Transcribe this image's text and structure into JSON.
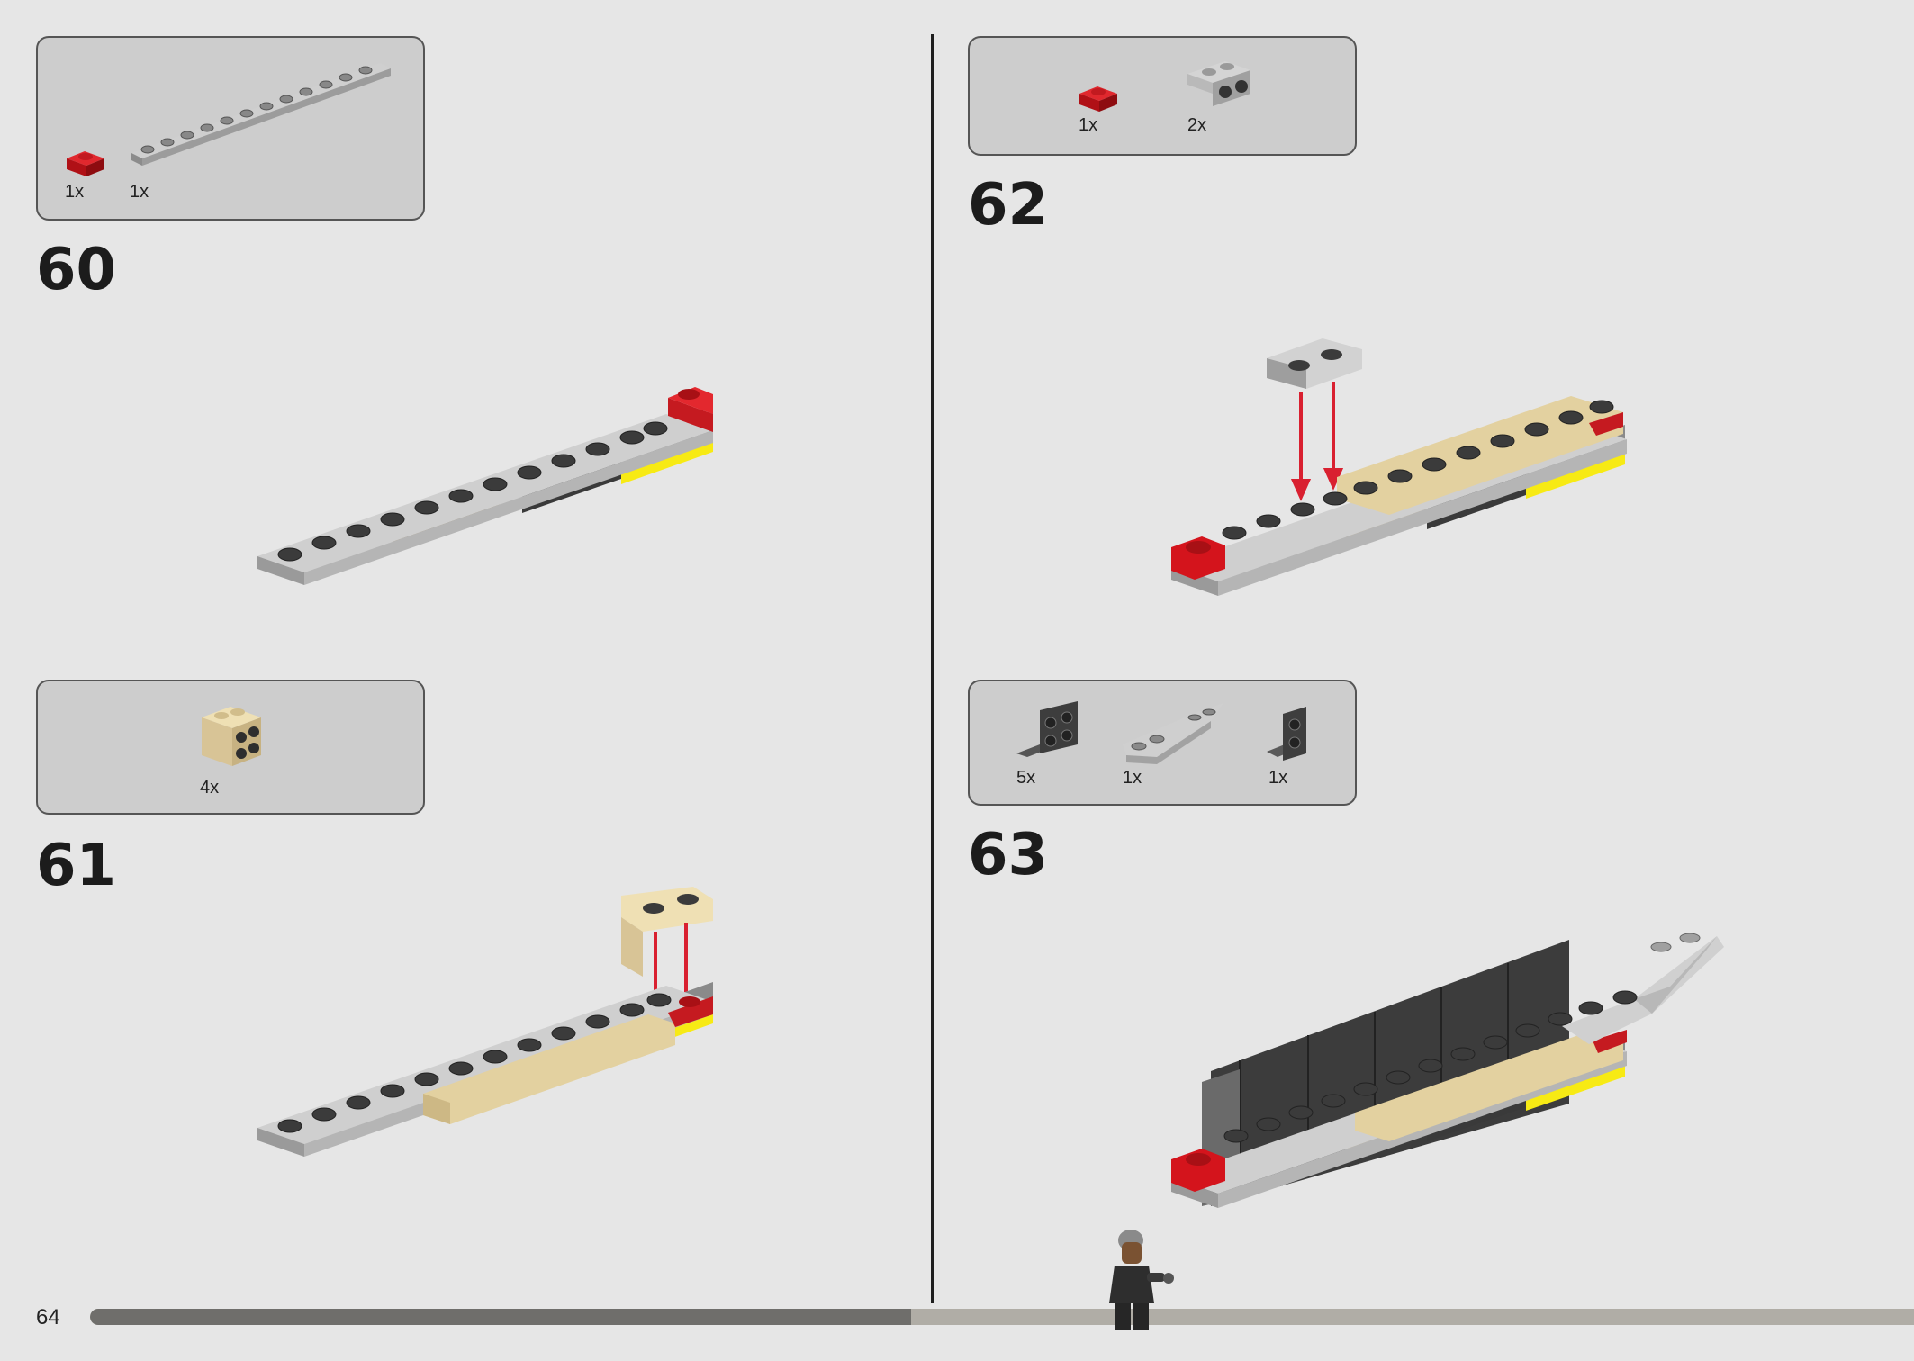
{
  "page": {
    "number": "64"
  },
  "progress": {
    "fraction": 0.45
  },
  "steps": [
    {
      "number": "60",
      "parts": [
        {
          "qty": "1x",
          "icon": "red-plate-1x1-icon"
        },
        {
          "qty": "1x",
          "icon": "gray-plate-1x12-icon"
        }
      ]
    },
    {
      "number": "61",
      "parts": [
        {
          "qty": "4x",
          "icon": "tan-bracket-2x2-icon"
        }
      ]
    },
    {
      "number": "62",
      "parts": [
        {
          "qty": "1x",
          "icon": "red-plate-1x1-icon"
        },
        {
          "qty": "2x",
          "icon": "gray-bracket-1x2-icon"
        }
      ]
    },
    {
      "number": "63",
      "parts": [
        {
          "qty": "5x",
          "icon": "dark-bracket-2x2-icon"
        },
        {
          "qty": "1x",
          "icon": "gray-wedge-icon"
        },
        {
          "qty": "1x",
          "icon": "dark-bracket-1x2-icon"
        }
      ]
    }
  ],
  "colors": {
    "background": "#e6e6e6",
    "box": "#cdcdcd",
    "red": "#d4141c",
    "gray": "#a9a9a9",
    "tan": "#e3d1a0",
    "dark": "#3c3c3c",
    "yellow": "#f7ea14",
    "arrow": "#d92030"
  }
}
